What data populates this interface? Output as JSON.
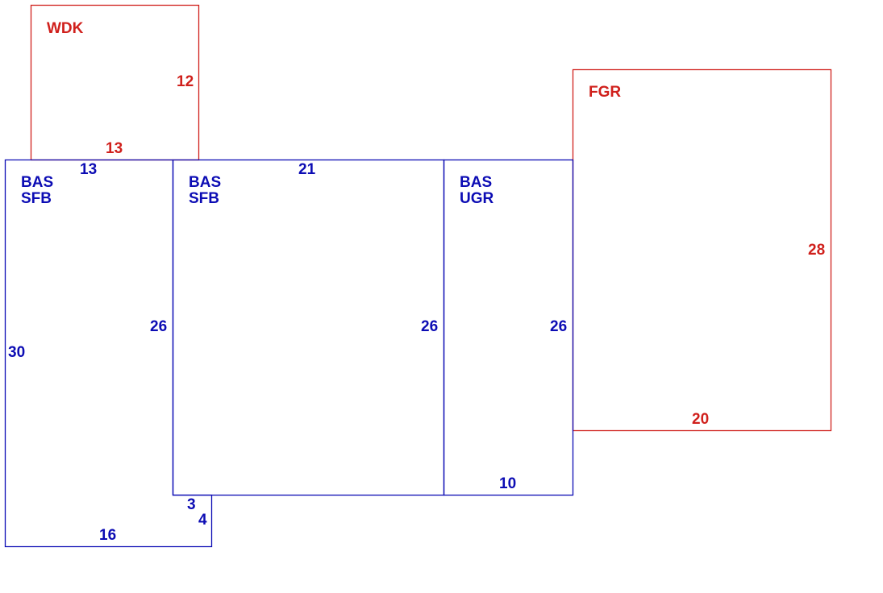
{
  "colors": {
    "exterior": "#d0201c",
    "living": "#0c0cb4"
  },
  "areas": {
    "wdk": {
      "code": "WDK",
      "dims": {
        "east": "12",
        "south": "13"
      }
    },
    "fgr": {
      "code": "FGR",
      "dims": {
        "east": "28",
        "south": "20"
      }
    },
    "bas_left": {
      "line1": "BAS",
      "line2": "SFB",
      "dims": {
        "north": "13",
        "west": "30",
        "east": "26",
        "south": "16",
        "step_top": "3",
        "step_side": "4"
      }
    },
    "bas_mid": {
      "line1": "BAS",
      "line2": "SFB",
      "dims": {
        "north": "21",
        "east": "26"
      }
    },
    "bas_right": {
      "line1": "BAS",
      "line2": "UGR",
      "dims": {
        "east": "26",
        "south": "10"
      }
    }
  }
}
